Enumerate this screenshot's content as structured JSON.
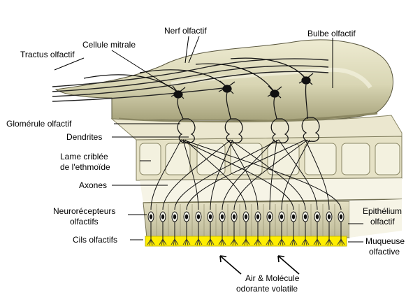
{
  "labels": {
    "nerf": "Nerf olfactif",
    "bulbe": "Bulbe olfactif",
    "cellule_mitrale": "Cellule mitrale",
    "tractus": "Tractus olfactif",
    "glomerule": "Glomérule olfactif",
    "dendrites": "Dendrites",
    "lame_l1": "Lame criblée",
    "lame_l2": "de l'ethmoïde",
    "axones": "Axones",
    "neuro_l1": "Neurorécepteurs",
    "neuro_l2": "olfactifs",
    "cils": "Cils olfactifs",
    "epith_l1": "Epithélium",
    "epith_l2": "olfactif",
    "muq_l1": "Muqueuse",
    "muq_l2": "olfactive",
    "air_l1": "Air & Molécule",
    "air_l2": "odorante volatile"
  },
  "colors": {
    "bulb_fill": "#d9d6b4",
    "bulb_shadow": "#9c9870",
    "bone_fill": "#ece8d0",
    "epithelium_fill": "#cdc9a8",
    "mucus": "#ffee00",
    "neuron": "#111111"
  }
}
